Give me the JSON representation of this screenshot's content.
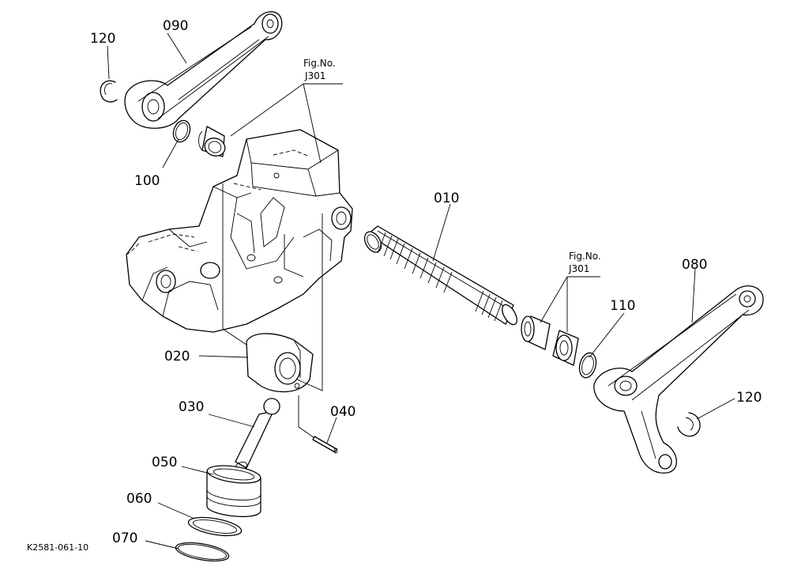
{
  "labels": {
    "p010": "010",
    "p020": "020",
    "p030": "030",
    "p040": "040",
    "p050": "050",
    "p060": "060",
    "p070": "070",
    "p080": "080",
    "p090": "090",
    "p100": "100",
    "p110": "110",
    "p120a": "120",
    "p120b": "120"
  },
  "fig_refs": {
    "ref1": {
      "line1": "Fig.No.",
      "line2": "J301"
    },
    "ref2": {
      "line1": "Fig.No.",
      "line2": "J301"
    }
  },
  "drawing_code": "K2581-061-10"
}
